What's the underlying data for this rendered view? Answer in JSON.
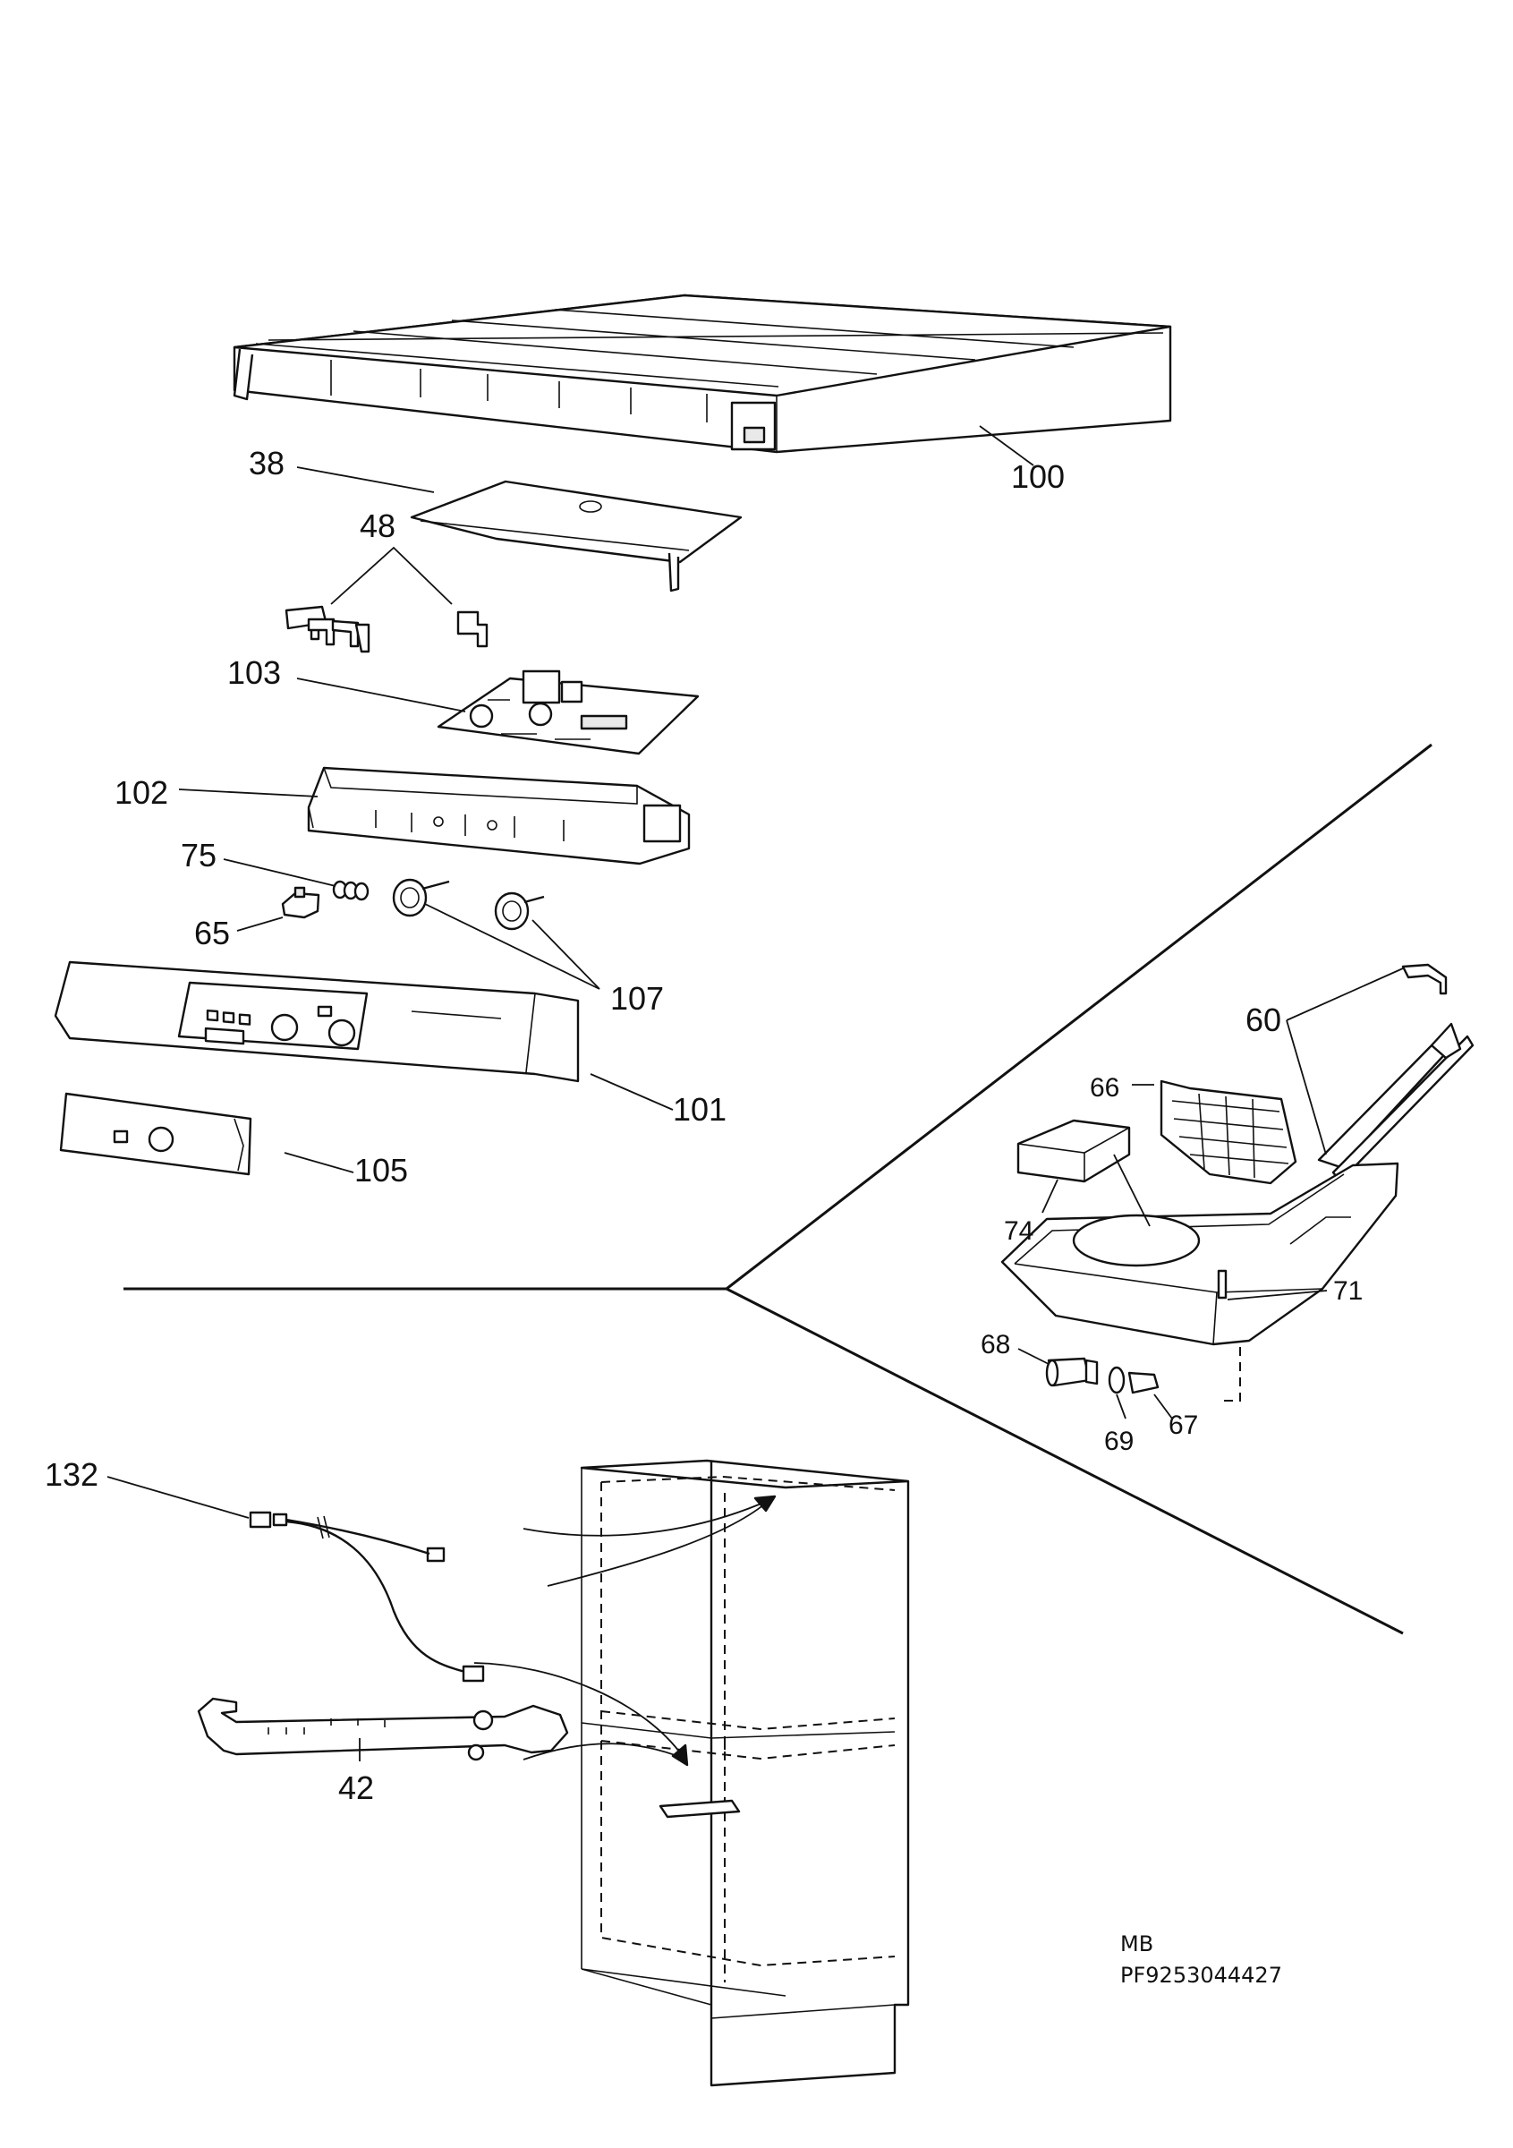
{
  "callouts": {
    "c100": "100",
    "c38": "38",
    "c48": "48",
    "c103": "103",
    "c102": "102",
    "c75": "75",
    "c65": "65",
    "c107": "107",
    "c101": "101",
    "c105": "105",
    "c60": "60",
    "c66": "66",
    "c74": "74",
    "c71": "71",
    "c68": "68",
    "c69": "69",
    "c67": "67",
    "c132": "132",
    "c42": "42"
  },
  "footer": {
    "line1": "MB",
    "line2": "PF9253044427"
  }
}
